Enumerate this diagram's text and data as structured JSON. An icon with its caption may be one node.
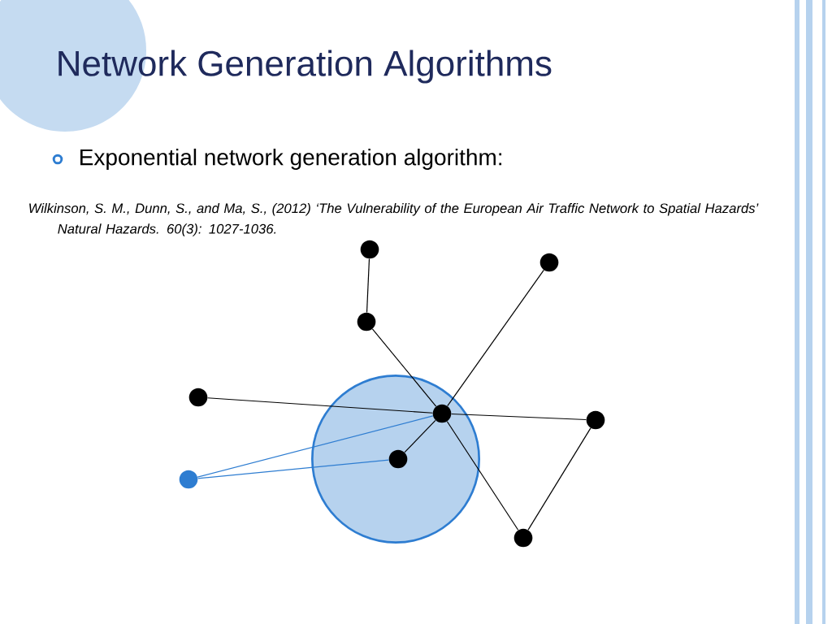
{
  "diagram": {
    "title": "Network Generation Algorithms",
    "nodes": [
      {
        "text": [],
        "shape": "circle"
      },
      {
        "text": [],
        "shape": "circle"
      },
      {
        "text": [],
        "shape": "circle"
      },
      {
        "text": [],
        "shape": "circle"
      },
      {
        "text": [],
        "shape": "circle"
      },
      {
        "text": [],
        "shape": "circle"
      },
      {
        "text": [],
        "shape": "circle"
      },
      {
        "text": [],
        "shape": "circle"
      },
      {
        "text": [],
        "shape": "circle"
      }
    ],
    "edges": [
      {
        "from": 0,
        "to": 2,
        "arrow": "none"
      },
      {
        "from": 2,
        "to": 4,
        "arrow": "none"
      },
      {
        "from": 1,
        "to": 4,
        "arrow": "none"
      },
      {
        "from": 3,
        "to": 4,
        "arrow": "none"
      },
      {
        "from": 4,
        "to": 5,
        "arrow": "none"
      },
      {
        "from": 4,
        "to": 6,
        "arrow": "none"
      },
      {
        "from": 4,
        "to": 8,
        "arrow": "none"
      },
      {
        "from": 5,
        "to": 8,
        "arrow": "none"
      },
      {
        "from": 7,
        "to": 4,
        "arrow": "none",
        "color": "#2e7dd1"
      },
      {
        "from": 7,
        "to": 6,
        "arrow": "none",
        "color": "#2e7dd1"
      }
    ],
    "labels": [
      "Exponential network generation algorithm:",
      "Wilkinson, S. M., Dunn, S., and Ma, S., (2012) ‘The Vulnerability of the European Air Traffic Network to Spatial Hazards’ Natural Hazards. 60(3): 1027-1036."
    ]
  }
}
